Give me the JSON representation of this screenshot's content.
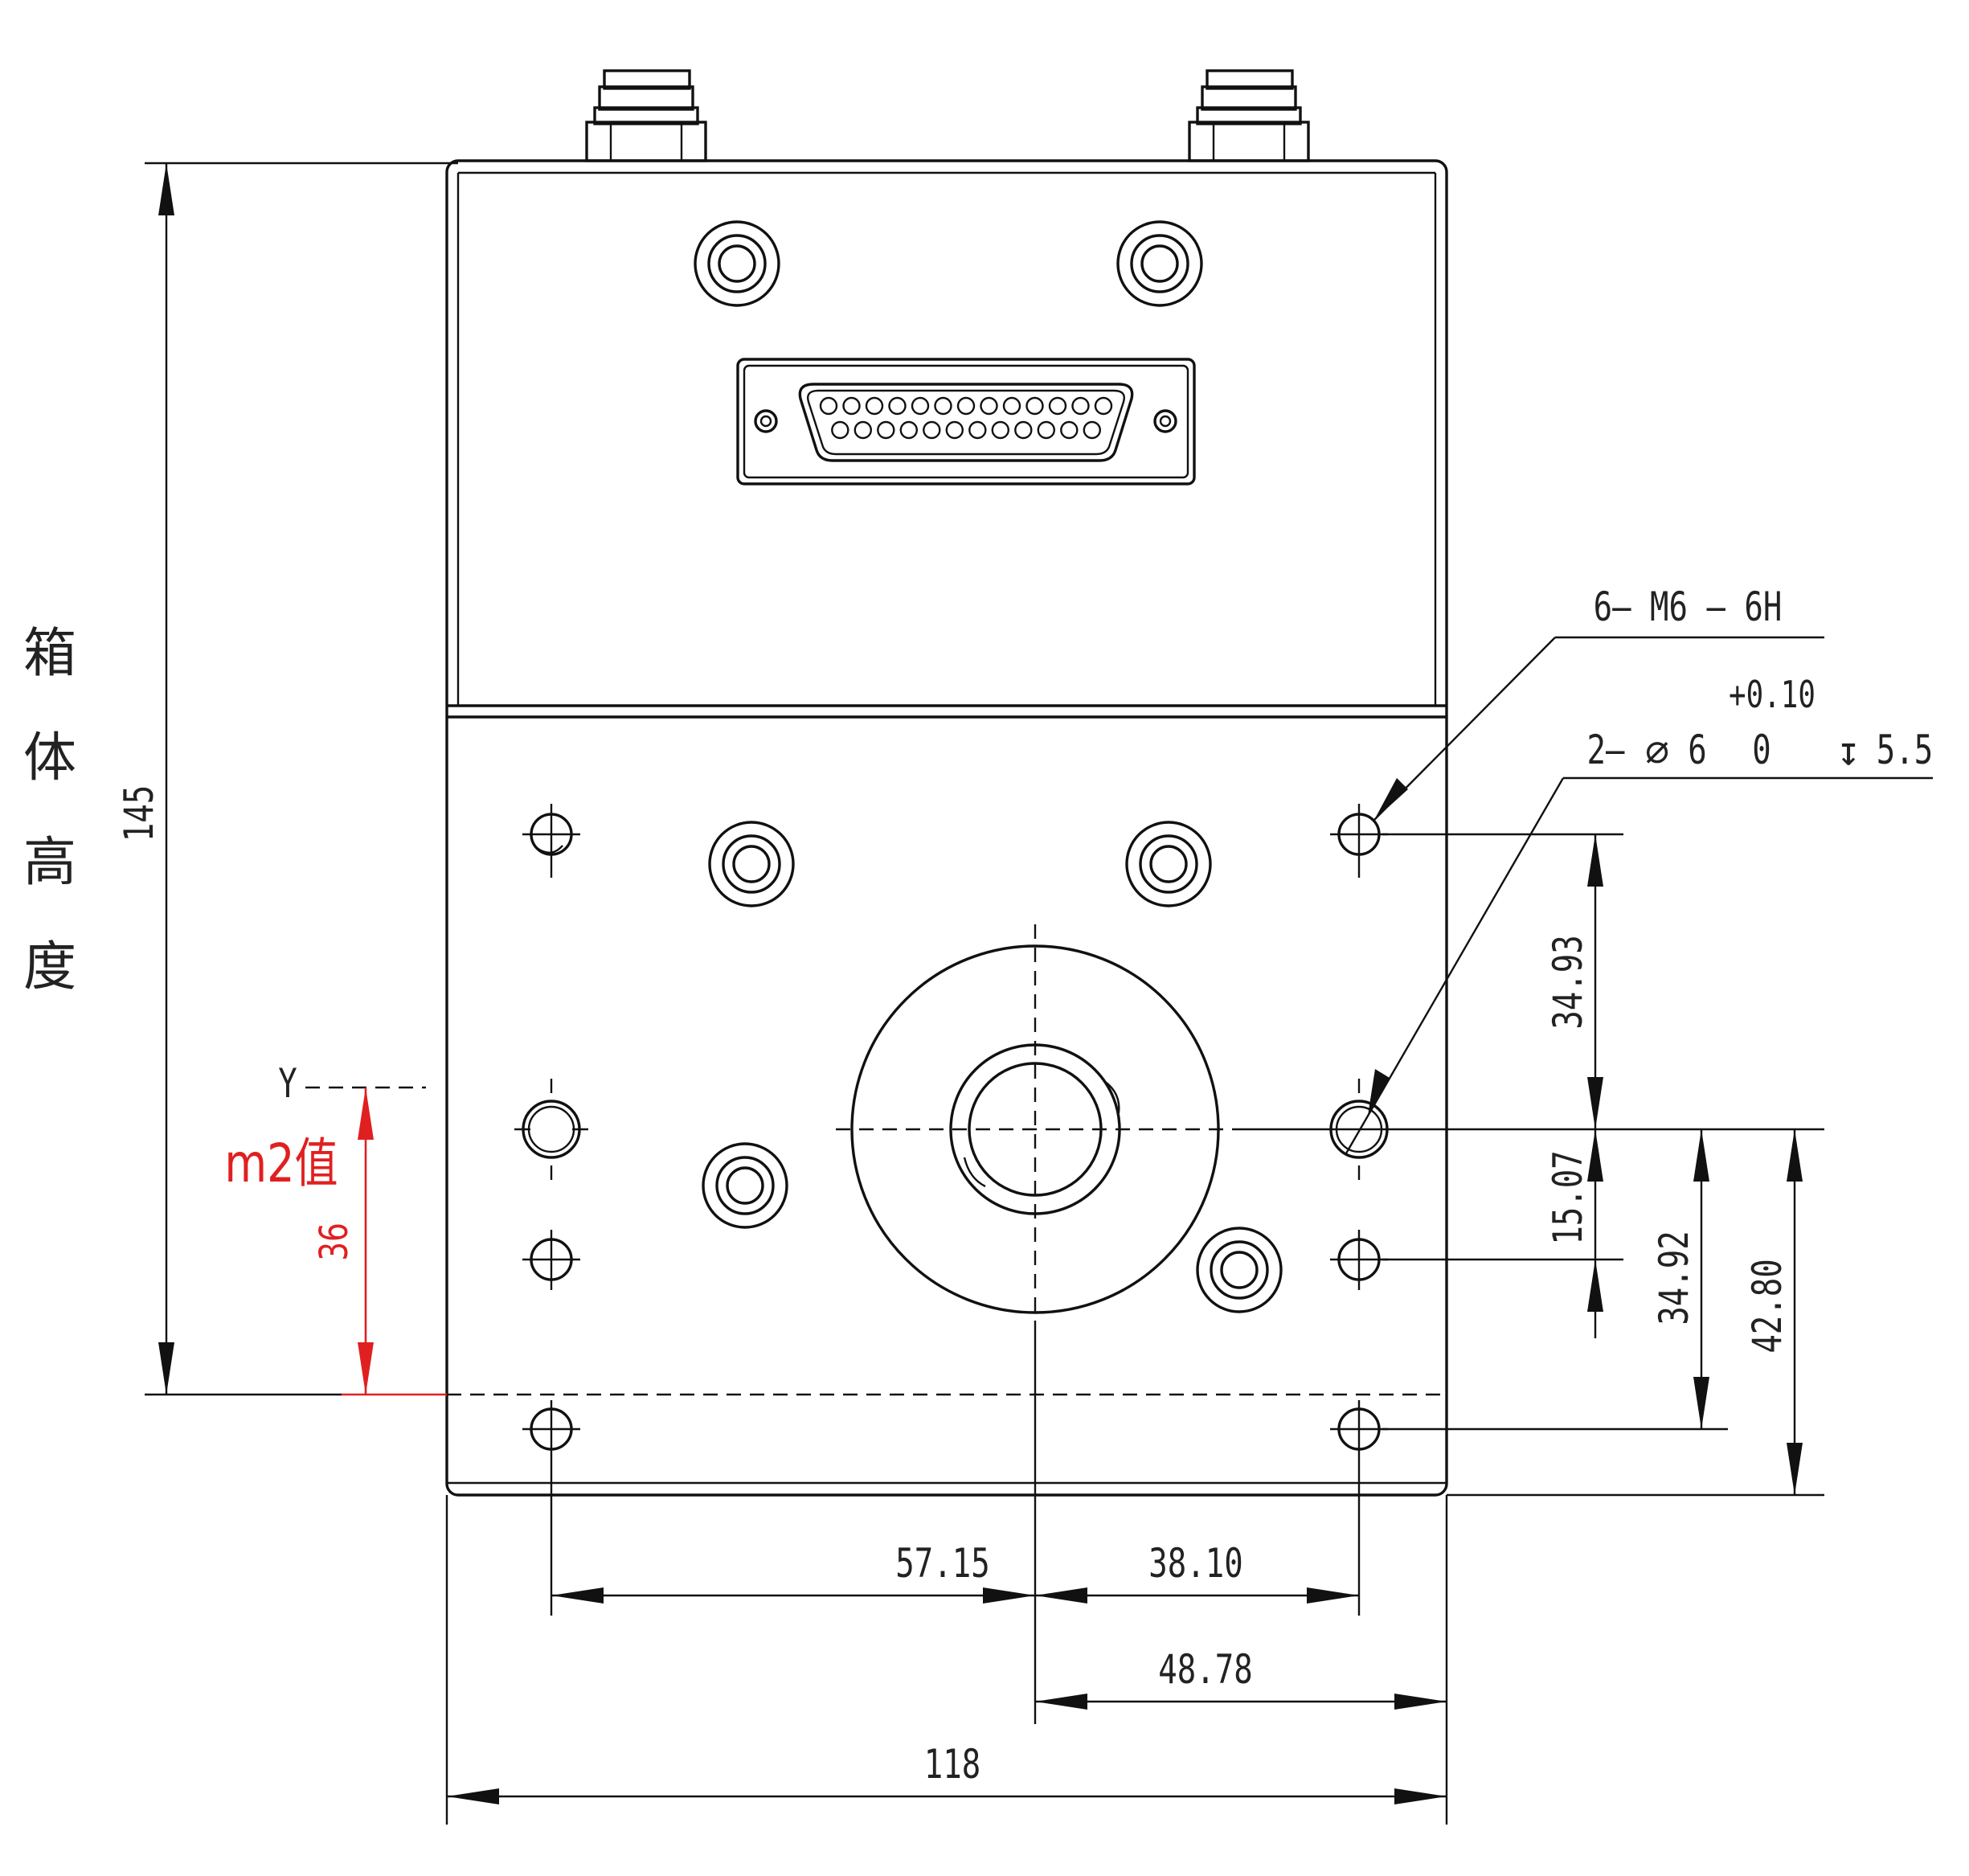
{
  "dimensions": {
    "total_width": "118",
    "left_offset": "57.15",
    "right_offset": "38.10",
    "center_to_edge": "48.78",
    "vertical_upper": "34.93",
    "vertical_mid": "15.07",
    "vertical_lower": "34.92",
    "vertical_total": "42.80",
    "box_height": "145",
    "m2_value": "36"
  },
  "callouts": {
    "thread_spec": "6— M6 — 6H",
    "tolerance_upper": "+0.10",
    "tolerance_lower": "0",
    "pin_hole_prefix": "2—",
    "diameter_symbol": "∅",
    "pin_hole_size": "6",
    "depth_symbol": "↧",
    "pin_hole_depth": "5.5"
  },
  "labels": {
    "box_height_chars": [
      "箱",
      "体",
      "高",
      "度"
    ],
    "y_axis": "Y",
    "m2_label": "m2值"
  },
  "connector": {
    "type": "DB-25",
    "top_row_pins": 13,
    "bottom_row_pins": 12
  },
  "colors": {
    "line": "#111111",
    "highlight": "#e02020",
    "background": "#ffffff"
  }
}
